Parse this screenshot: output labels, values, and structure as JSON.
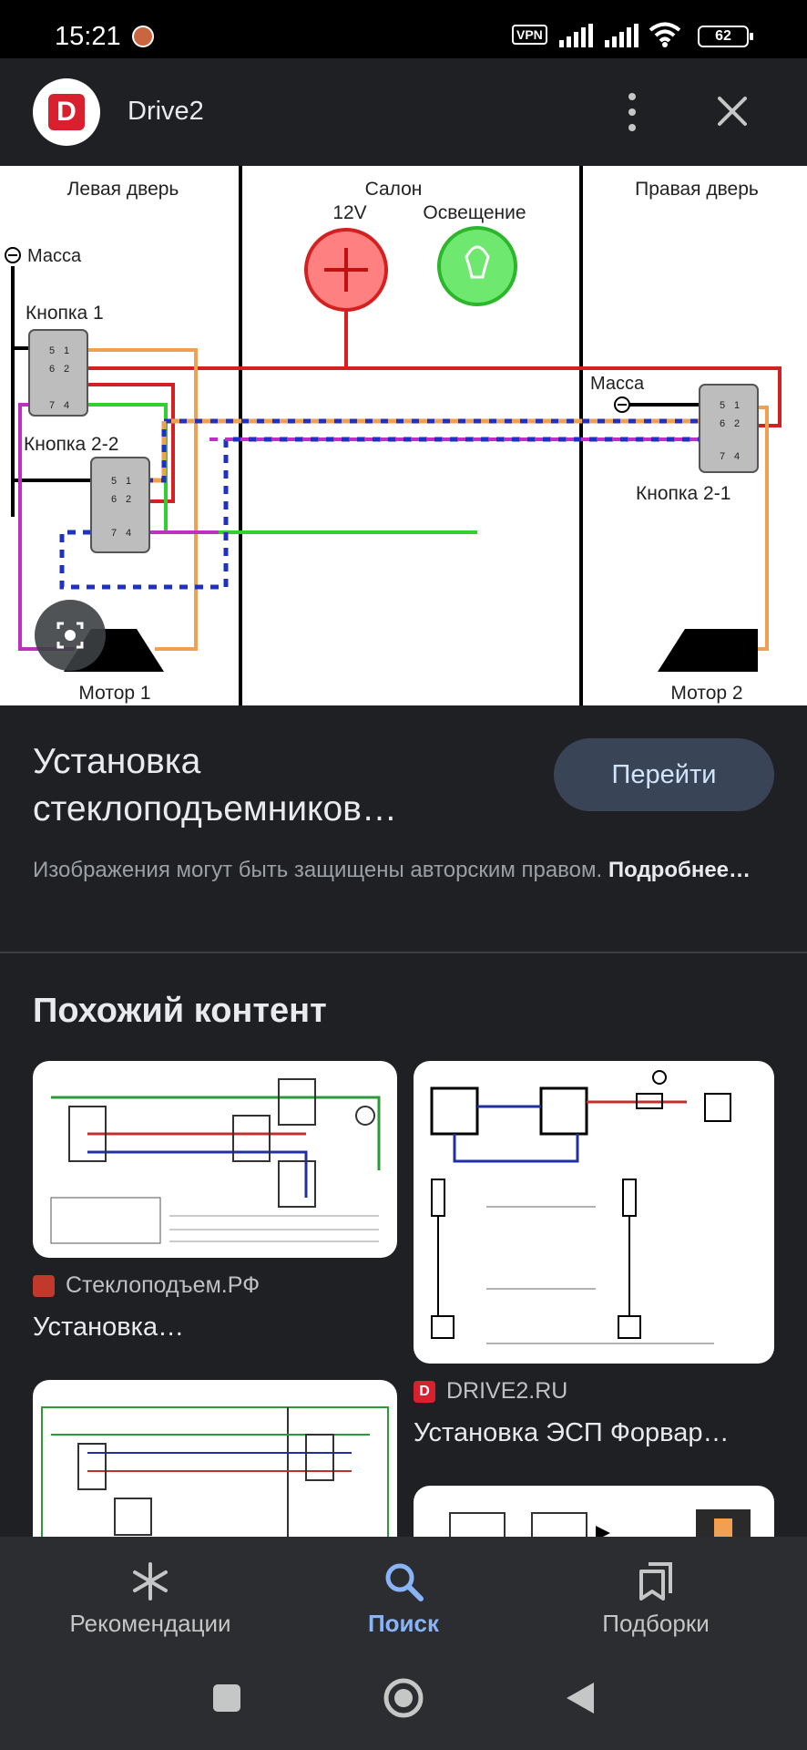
{
  "status": {
    "time": "15:21",
    "vpn": "VPN",
    "battery": "62"
  },
  "header": {
    "site_name": "Drive2",
    "logo_letter": "D"
  },
  "diagram": {
    "section_left": "Левая дверь",
    "section_center": "Салон",
    "section_right": "Правая дверь",
    "label_12v": "12V",
    "label_light": "Освещение",
    "ground_left": "Масса",
    "ground_right": "Масса",
    "button1": "Кнопка 1",
    "button22": "Кнопка 2-2",
    "button21": "Кнопка 2-1",
    "motor1": "Мотор 1",
    "motor2": "Мотор 2",
    "pin_labels": [
      "5",
      "1",
      "6",
      "2",
      "7",
      "4"
    ]
  },
  "result": {
    "title_line1": "Установка",
    "title_line2": "стеклоподъемников…",
    "go_label": "Перейти",
    "copyright": "Изображения могут быть защищены авторским правом.",
    "more_link": "Подробнее…"
  },
  "similar": {
    "title": "Похожий контент",
    "cards": [
      {
        "source": "Стеклоподъем.РФ",
        "caption": "Установка…"
      },
      {
        "source": "DRIVE2.RU",
        "caption": "Установка ЭСП Форвар…"
      }
    ]
  },
  "bottom_nav": {
    "items": [
      {
        "label": "Рекомендации"
      },
      {
        "label": "Поиск"
      },
      {
        "label": "Подборки"
      }
    ]
  },
  "colors": {
    "accent": "#8ab4f8",
    "go_button": "#394457",
    "logo_red": "#d8202f"
  }
}
